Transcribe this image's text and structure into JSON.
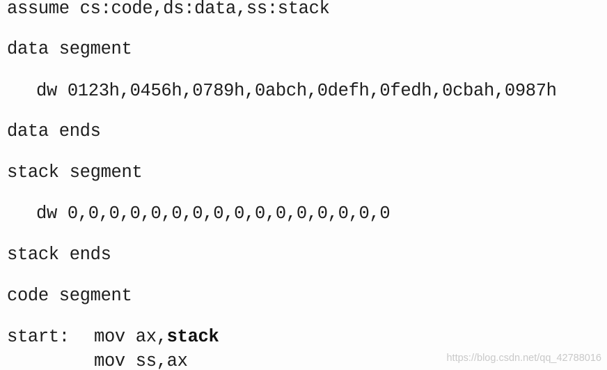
{
  "code": {
    "line_1": "assume cs:code,ds:data,ss:stack",
    "line_2": "data segment",
    "line_3": "dw 0123h,0456h,0789h,0abch,0defh,0fedh,0cbah,0987h",
    "line_4": "data ends",
    "line_5": "stack segment",
    "line_6": "dw 0,0,0,0,0,0,0,0,0,0,0,0,0,0,0,0",
    "line_7": "stack ends",
    "line_8": "code segment",
    "line_9_label": "start:",
    "line_9_instr": "mov ax,",
    "line_9_operand": "stack",
    "line_10": "mov ss,ax"
  },
  "watermark": "https://blog.csdn.net/qq_42788016"
}
